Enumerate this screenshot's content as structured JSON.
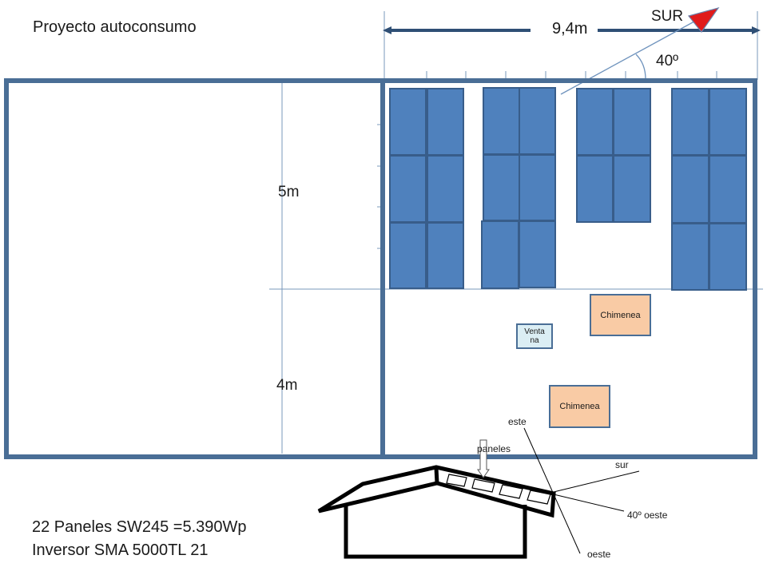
{
  "title": "Proyecto autoconsumo",
  "dimensions": {
    "width": "9,4m",
    "upper_depth": "5m",
    "lower_depth": "4m"
  },
  "orientation": {
    "direction": "SUR",
    "angle": "40º"
  },
  "roof_objects": {
    "chimney": "Chimenea",
    "window": "Venta\nna"
  },
  "section": {
    "panels": "paneles",
    "east": "este",
    "south": "sur",
    "west_40": "40º oeste",
    "west": "oeste"
  },
  "specs": {
    "panels": "22 Paneles SW245 =5.390Wp",
    "inverter": "Inversor SMA 5000TL 21"
  },
  "colors": {
    "outline": "#4a6e96",
    "panel": "#4f81bd",
    "panel_border": "#385d8a",
    "arrow": "#e01b1b",
    "chimney": "#f9cba5",
    "window": "#dbeef4"
  },
  "panel_count": 22
}
